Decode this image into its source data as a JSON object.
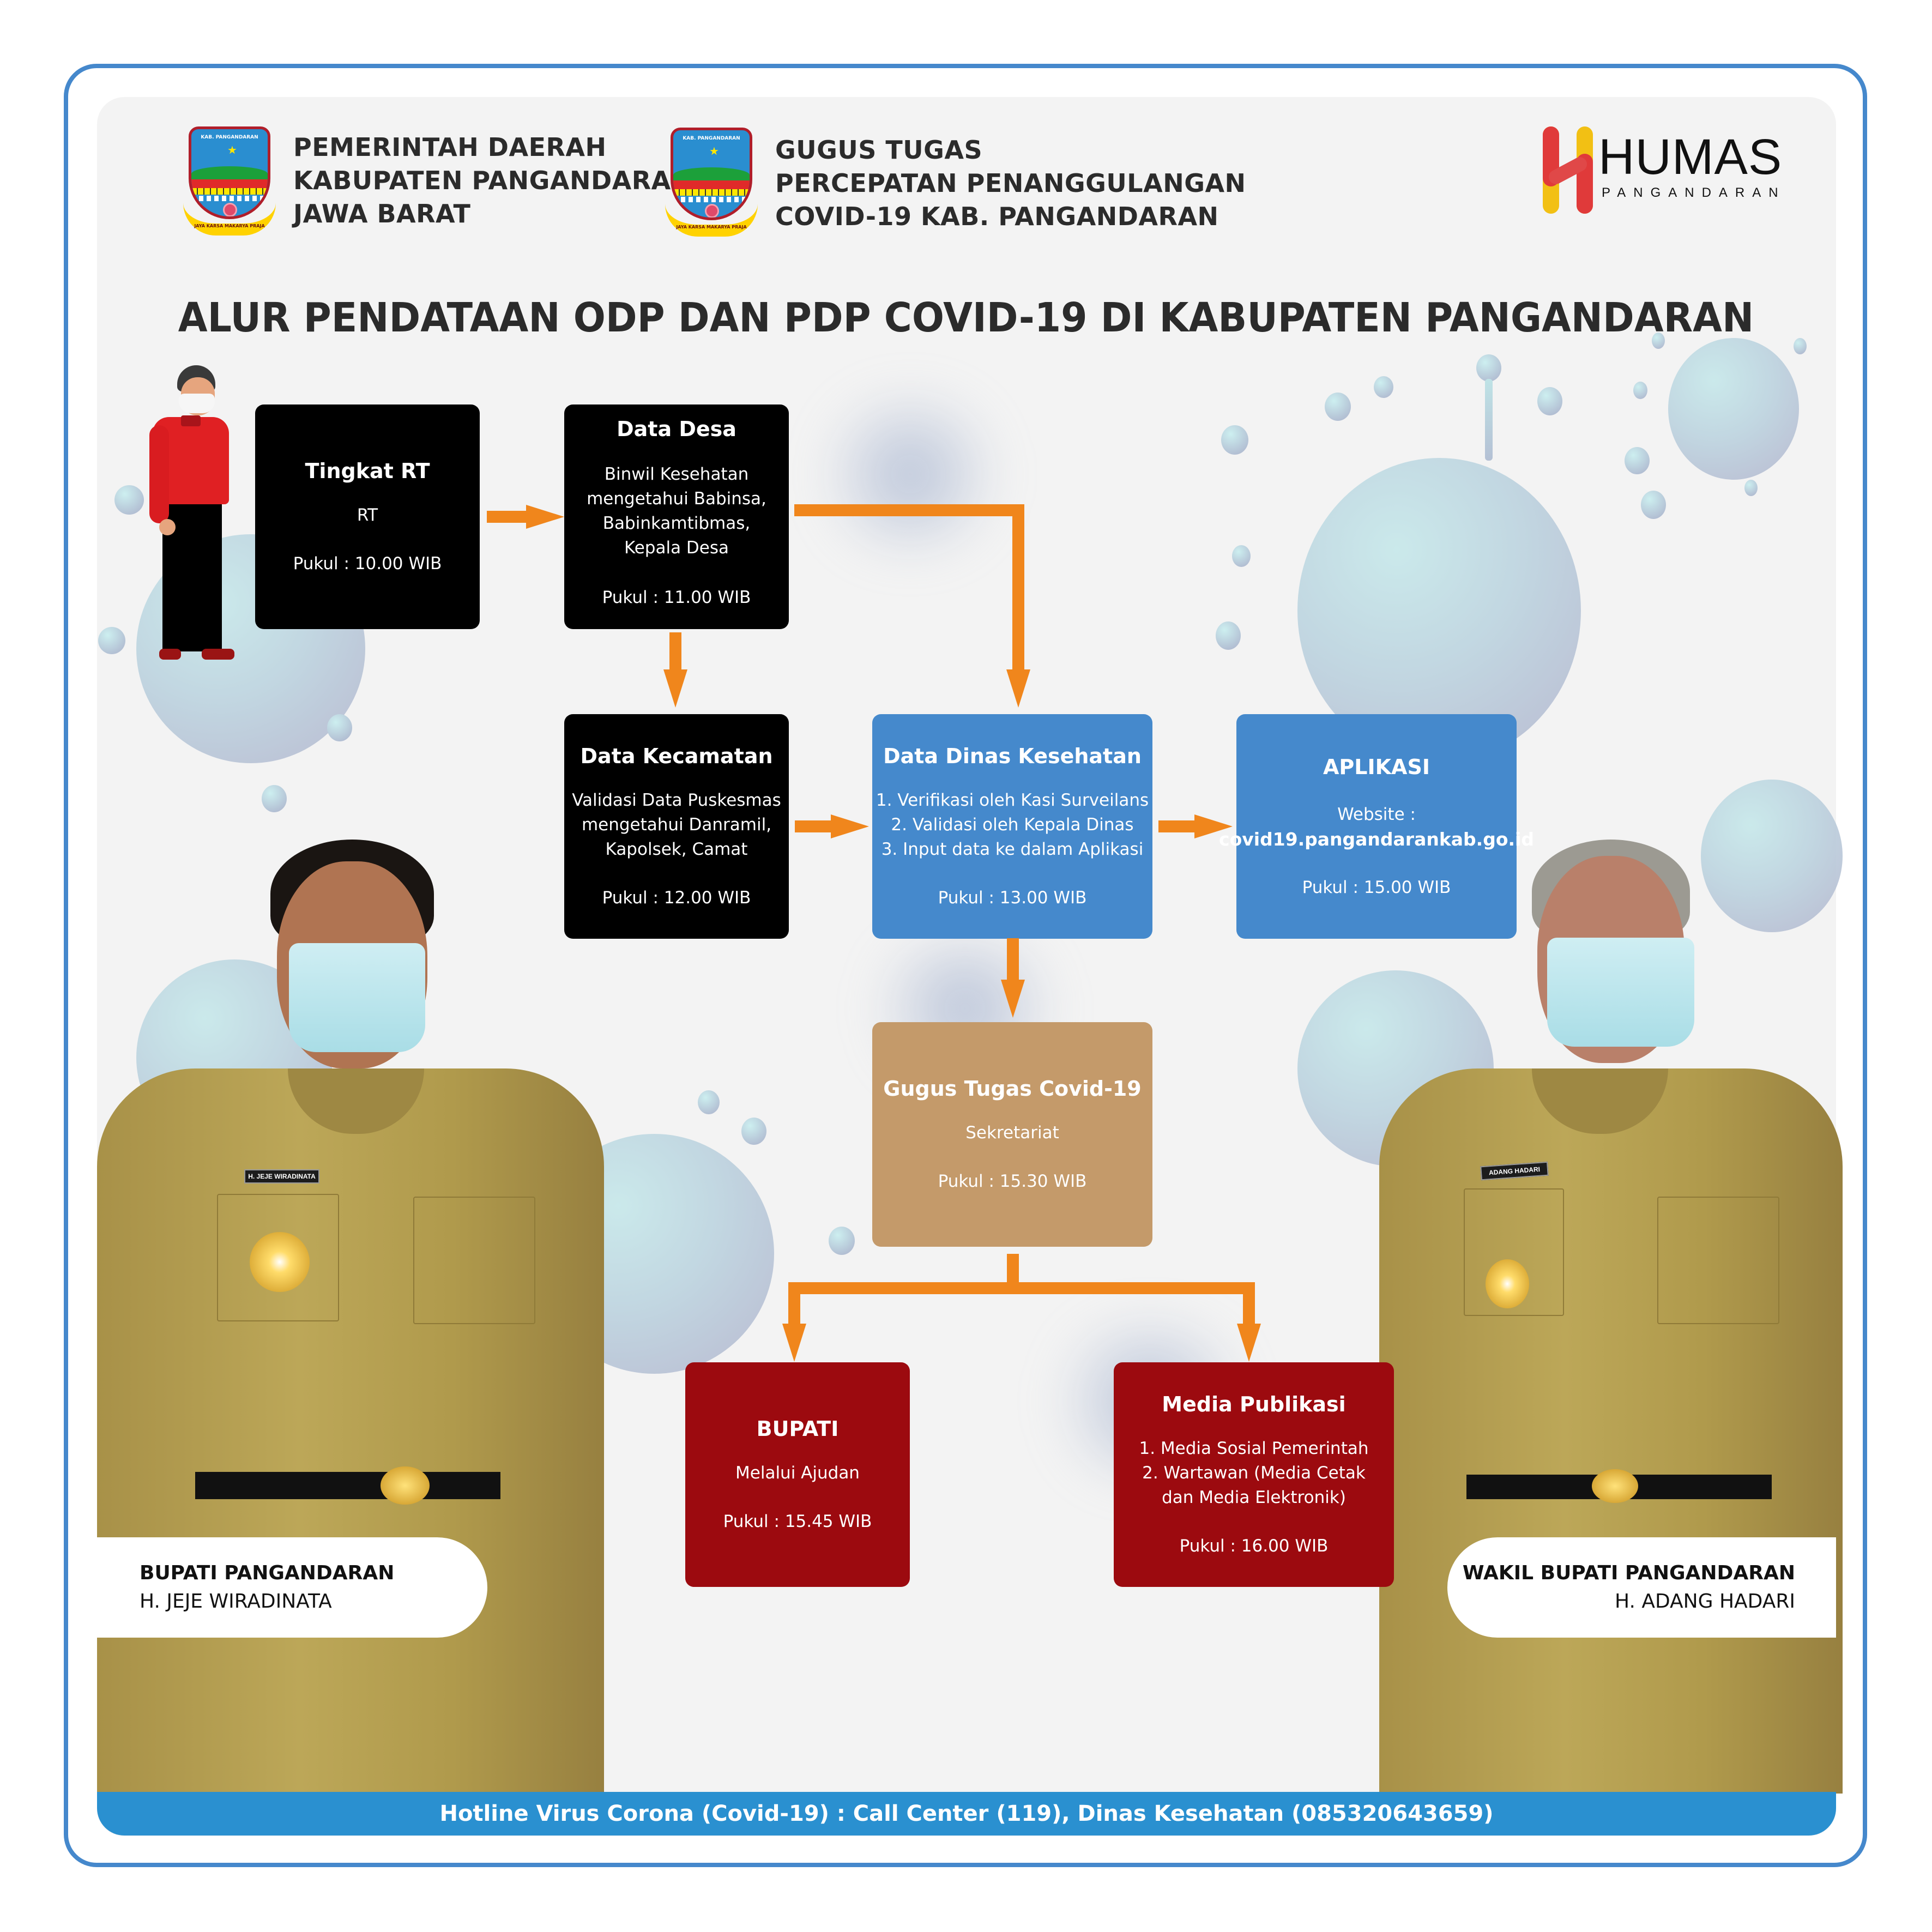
{
  "colors": {
    "frame_border": "#4588cc",
    "panel_bg": "#f3f3f3",
    "arrow": "#f0861c",
    "box_black": "#000000",
    "box_blue": "#4589cc",
    "box_tan": "#c49a6a",
    "box_red": "#9c0a0f",
    "hotline_bg": "#2a90d0",
    "humas_red": "#e03a3a",
    "humas_yellow": "#f2c014"
  },
  "header": {
    "org1": {
      "crest_label": "KAB. PANGANDARAN",
      "crest_motto": "JAYA KARSA MAKARYA PRAJA",
      "lines": [
        "PEMERINTAH DAERAH",
        "KABUPATEN PANGANDARAN",
        "JAWA BARAT"
      ]
    },
    "org2": {
      "crest_label": "KAB. PANGANDARAN",
      "crest_motto": "JAYA KARSA MAKARYA PRAJA",
      "lines": [
        "GUGUS TUGAS",
        "PERCEPATAN PENANGGULANGAN",
        "COVID-19 KAB. PANGANDARAN"
      ]
    },
    "humas": {
      "title": "HUMAS",
      "subtitle": "PANGANDARAN"
    }
  },
  "main_title": "ALUR PENDATAAN ODP DAN PDP COVID-19 DI KABUPATEN PANGANDARAN",
  "flow": {
    "tingkat_rt": {
      "title": "Tingkat RT",
      "body": "RT",
      "time": "Pukul : 10.00 WIB"
    },
    "data_desa": {
      "title": "Data Desa",
      "body": "Binwil Kesehatan\nmengetahui Babinsa,\nBabinkamtibmas,\nKepala Desa",
      "time": "Pukul : 11.00 WIB"
    },
    "data_kecamatan": {
      "title": "Data Kecamatan",
      "body": "Validasi Data Puskesmas\nmengetahui Danramil,\nKapolsek, Camat",
      "time": "Pukul : 12.00 WIB"
    },
    "data_dinkes": {
      "title": "Data Dinas Kesehatan",
      "body": "1. Verifikasi oleh Kasi Surveilans\n2. Validasi oleh Kepala Dinas\n3. Input data ke dalam Aplikasi",
      "time": "Pukul : 13.00 WIB"
    },
    "aplikasi": {
      "title": "APLIKASI",
      "body_label": "Website :",
      "body_url": "covid19.pangandarankab.go.id",
      "time": "Pukul : 15.00 WIB"
    },
    "gugus_tugas": {
      "title": "Gugus Tugas Covid-19",
      "body": "Sekretariat",
      "time": "Pukul : 15.30 WIB"
    },
    "bupati": {
      "title": "BUPATI",
      "body": "Melalui Ajudan",
      "time": "Pukul : 15.45 WIB"
    },
    "media": {
      "title": "Media Publikasi",
      "body": "1. Media Sosial Pemerintah\n2. Wartawan (Media Cetak\ndan Media Elektronik)",
      "time": "Pukul : 16.00 WIB"
    }
  },
  "officials": {
    "left": {
      "role": "BUPATI PANGANDARAN",
      "name": "H. JEJE WIRADINATA",
      "name_tag": "H. JEJE WIRADINATA"
    },
    "right": {
      "role": "WAKIL BUPATI PANGANDARAN",
      "name": "H. ADANG HADARI",
      "name_tag": "ADANG HADARI"
    }
  },
  "hotline": "Hotline Virus Corona (Covid-19) : Call Center (119), Dinas Kesehatan (085320643659)"
}
